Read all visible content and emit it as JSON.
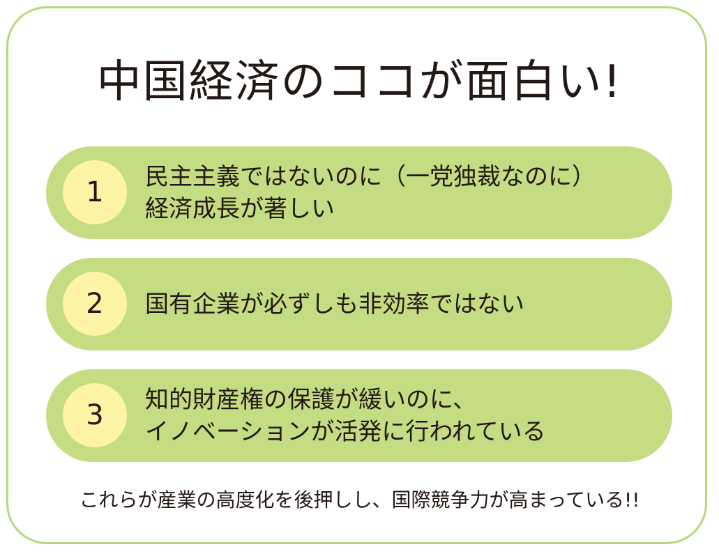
{
  "colors": {
    "border": "#b7d77a",
    "pill": "#c4dc82",
    "badge": "#fdf4a6",
    "text": "#231815"
  },
  "title": "中国経済のココが面白い!",
  "items": [
    {
      "number": "1",
      "line1": "民主主義ではないのに（一党独裁なのに）",
      "line2": "経済成長が著しい"
    },
    {
      "number": "2",
      "line1": "国有企業が必ずしも非効率ではない"
    },
    {
      "number": "3",
      "line1": "知的財産権の保護が緩いのに、",
      "line2": "イノベーションが活発に行われている"
    }
  ],
  "footer": "これらが産業の高度化を後押しし、国際競争力が高まっている!!"
}
